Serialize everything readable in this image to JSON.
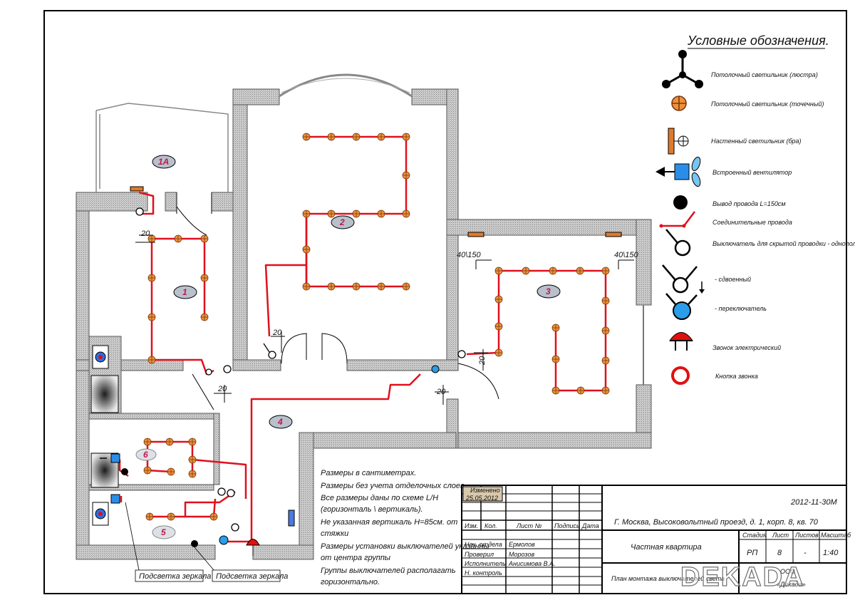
{
  "legend": {
    "title": "Условные обозначения.",
    "items": {
      "chandelier": "Потолочный светильник (люстра)",
      "spot": "Потолочный светильник (точечный)",
      "sconce": "Настенный светильник (бра)",
      "fan": "Встроенный вентилятор",
      "wire_out": "Вывод провода L=150см",
      "wires": "Соединительные провода",
      "switch_single": "Выключатель для скрытой проводки - однополюсный",
      "switch_double": "- сдвоенный",
      "switch_toggle": "- переключатель",
      "bell": "Звонок электрический",
      "bell_button": "Кнопка звонка"
    }
  },
  "rooms": {
    "r1a": "1А",
    "r1": "1",
    "r2": "2",
    "r3": "3",
    "r4": "4",
    "r5": "5",
    "r6": "6"
  },
  "dims": {
    "d20": "20",
    "d40_150": "40\\150"
  },
  "callouts": {
    "mirror_a": "Подсветка зеркала",
    "mirror_b": "Подсветка зеркала"
  },
  "notes": [
    "Размеры в сантиметрах.",
    "Размеры без учета отделочных слоев.",
    "Все размеры даны по схеме L/H",
    "(горизонталь \\ вертикаль).",
    "Не указанная вертикаль H=85см. от",
    "стяжки",
    "Размеры установки выключателей указанны",
    "от центра группы",
    "Группы выключателей располагать",
    "горизонтально."
  ],
  "title_block": {
    "change_label": "Изменено",
    "change_date": "25.05.2012",
    "doc_code": "2012-11-30М",
    "address": "Г. Москва, Высоковольтный проезд, д. 1, корп. 8, кв. 70",
    "cols": {
      "izm": "Изм.",
      "kol": "Кол.",
      "list": "Лист №",
      "sign": "Подпись",
      "date": "Дата"
    },
    "roles": {
      "head": "Нач. отдела",
      "check": "Проверил",
      "exec": "Исполнитель",
      "norm": "Н. контроль"
    },
    "names": {
      "head": "Ермолов",
      "check": "Морозов",
      "exec": "Анисимова В.А."
    },
    "object": "Частная квартира",
    "sheet_title": "План монтажа выключателей света",
    "stage_label": "Стадия",
    "sheet_label": "Лист",
    "sheets_label": "Листов",
    "scale_label": "Масштаб",
    "stage": "РП",
    "sheet": "8",
    "sheets": "-",
    "scale": "1:40",
    "company_line1": "ООО",
    "company_line2": "«Декада»",
    "watermark": "DEKADA"
  },
  "colors": {
    "wire": "#e0101c",
    "spot_fill": "#f0903a",
    "wall": "#b4b4b4",
    "switch_toggle": "#2a9ee8",
    "room_label": "#c0184a"
  }
}
